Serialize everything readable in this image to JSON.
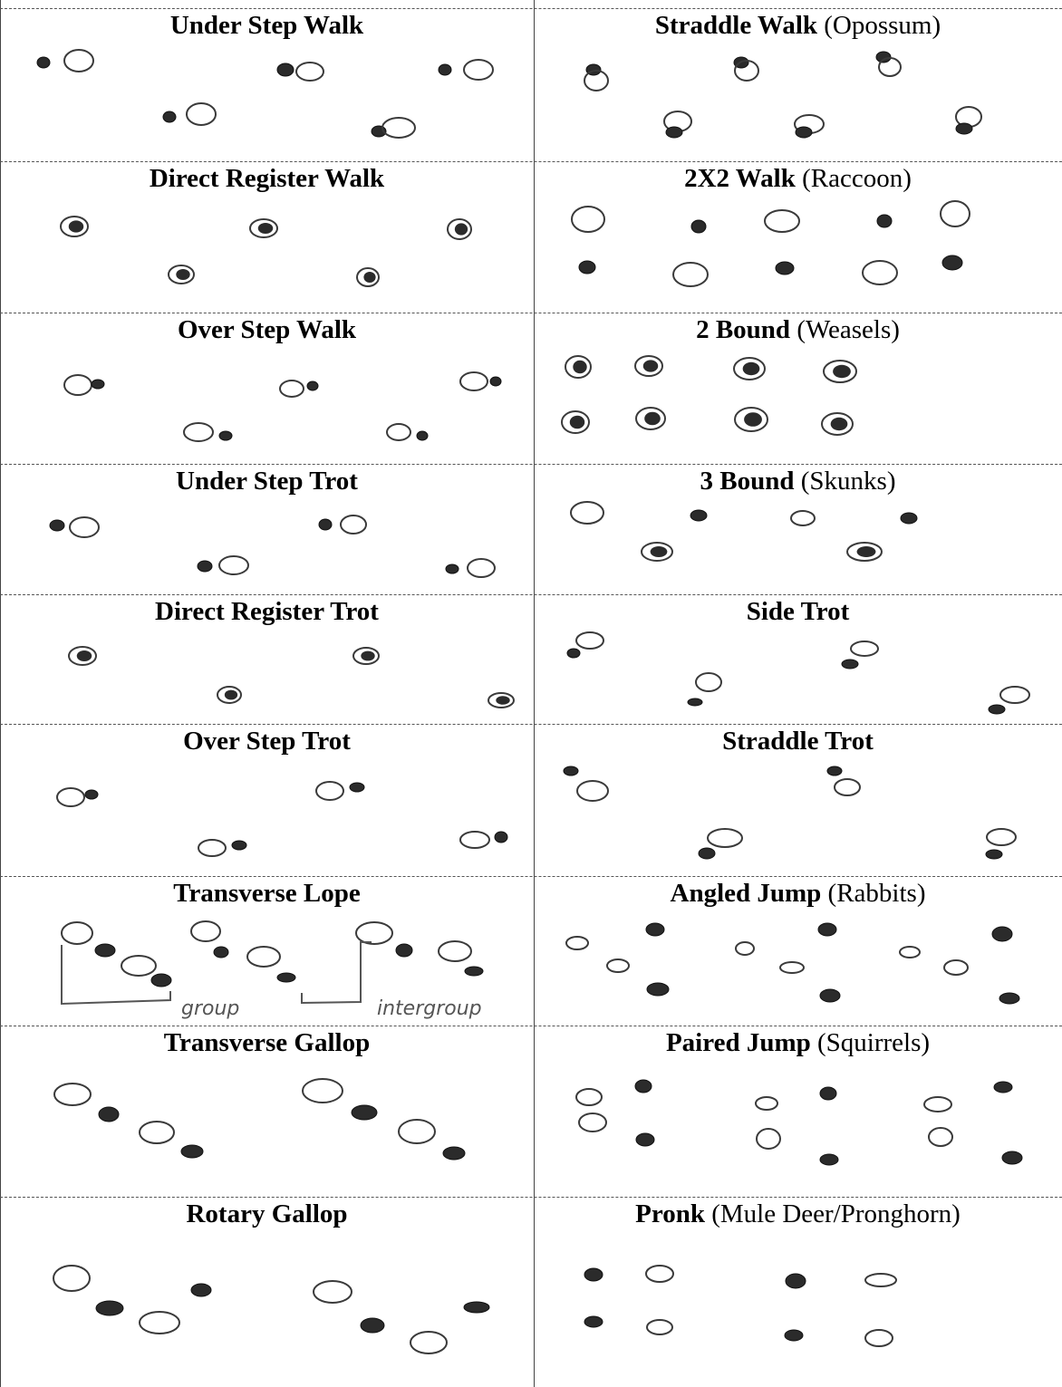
{
  "panels": [
    {
      "name": "Under Step Walk",
      "sub": ""
    },
    {
      "name": "Straddle Walk",
      "sub": " (Opossum)"
    },
    {
      "name": "Direct Register Walk",
      "sub": ""
    },
    {
      "name": "2X2 Walk",
      "sub": " (Raccoon)"
    },
    {
      "name": "Over Step Walk",
      "sub": ""
    },
    {
      "name": "2 Bound",
      "sub": " (Weasels)"
    },
    {
      "name": "Under Step Trot",
      "sub": ""
    },
    {
      "name": "3 Bound",
      "sub": " (Skunks)"
    },
    {
      "name": "Direct Register Trot",
      "sub": ""
    },
    {
      "name": "Side Trot",
      "sub": ""
    },
    {
      "name": "Over Step Trot",
      "sub": ""
    },
    {
      "name": "Straddle Trot",
      "sub": ""
    },
    {
      "name": "Transverse Lope",
      "sub": ""
    },
    {
      "name": "Angled Jump",
      "sub": " (Rabbits)"
    },
    {
      "name": "Transverse Gallop",
      "sub": ""
    },
    {
      "name": "Paired Jump",
      "sub": " (Squirrels)"
    },
    {
      "name": "Rotary Gallop",
      "sub": ""
    },
    {
      "name": "Pronk",
      "sub": " (Mule Deer/Pronghorn)"
    }
  ],
  "annotations": {
    "group": "group",
    "intergroup": "intergroup"
  },
  "colors": {
    "outline": "#3a3a3a",
    "filled": "#2b2b2b",
    "handwriting": "#555555"
  }
}
